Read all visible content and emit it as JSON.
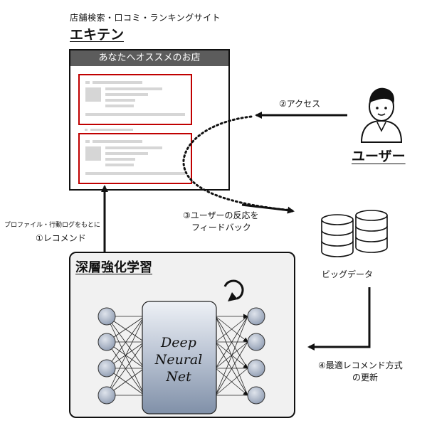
{
  "site": {
    "subtitle": "店舗検索・口コミ・ランキングサイト",
    "name": "エキテン",
    "browser_header": "あなたへオススメのお店"
  },
  "user": {
    "label": "ユーザー"
  },
  "steps": {
    "access": "②アクセス",
    "feedback_line1": "③ユーザーの反応を",
    "feedback_line2": "フィードバック",
    "recommend_note": "プロファイル・行動ログをもとに",
    "recommend": "①レコメンド",
    "update_line1": "④最適レコメンド方式",
    "update_line2": "の更新"
  },
  "data_store": {
    "label": "ビッグデータ"
  },
  "learning": {
    "title": "深層強化学習",
    "network_line1": "Deep",
    "network_line2": "Neural",
    "network_line3": "Net"
  },
  "colors": {
    "card_border": "#c00000",
    "browser_bar": "#5c5c5c",
    "node_fill": "#a9b4c6"
  },
  "icons": [
    "person-icon",
    "database-icon",
    "refresh-icon"
  ]
}
